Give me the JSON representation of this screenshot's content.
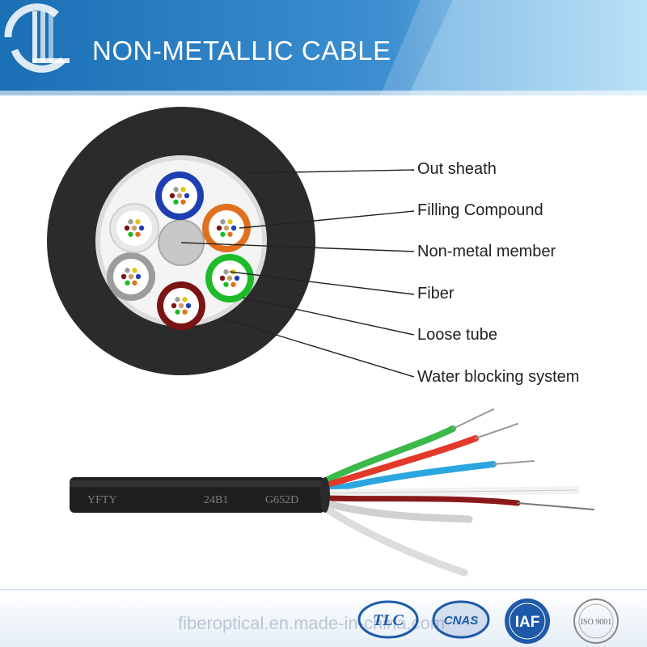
{
  "banner": {
    "title": "NON-METALLIC CABLE",
    "colors": {
      "dark": "#1a6fb5",
      "light": "#9fd3f2",
      "white": "#ffffff"
    },
    "logo_icon": "company-logo-icon"
  },
  "diagram": {
    "labels": [
      {
        "key": "out_sheath",
        "text": "Out sheath"
      },
      {
        "key": "filling_compound",
        "text": "Filling Compound"
      },
      {
        "key": "non_metal_member",
        "text": "Non-metal member"
      },
      {
        "key": "fiber",
        "text": "Fiber"
      },
      {
        "key": "loose_tube",
        "text": "Loose tube"
      },
      {
        "key": "water_blocking",
        "text": "Water blocking system"
      }
    ],
    "tube_colors": [
      "#1f3fb0",
      "#e0701e",
      "#1dbb2a",
      "#7a1414",
      "#9c9c9c",
      "#ffffff"
    ],
    "sheath_color": "#2b2b2b"
  },
  "cable_photo": {
    "print_text": [
      "YFTY",
      "24B1",
      "G652D"
    ],
    "wire_colors": [
      "#3bb94a",
      "#e23a2a",
      "#2aa6e0",
      "#f2f2f2",
      "#8a1a1a",
      "#c8c8c8",
      "#d8d8d8"
    ]
  },
  "footer": {
    "watermark": "fiberoptical.en.made-in-china.com",
    "certs": [
      {
        "name": "TLC",
        "text": "TLC"
      },
      {
        "name": "CNAS",
        "text": "CNAS"
      },
      {
        "name": "IAF",
        "text": "IAF"
      },
      {
        "name": "ISO",
        "text": "ISO 9001"
      }
    ]
  }
}
